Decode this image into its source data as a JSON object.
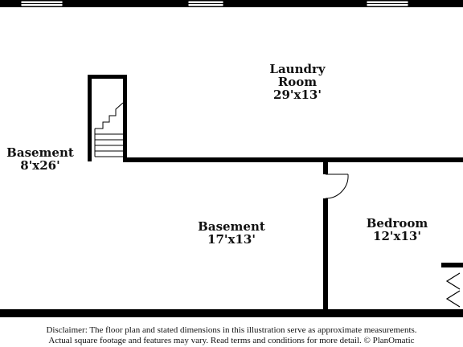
{
  "rooms": {
    "laundry": {
      "name_line1": "Laundry",
      "name_line2": "Room",
      "dims": "29'x13'"
    },
    "basement_left": {
      "name": "Basement",
      "dims": "8'x26'"
    },
    "basement_center": {
      "name": "Basement",
      "dims": "17'x13'"
    },
    "bedroom": {
      "name": "Bedroom",
      "dims": "12'x13'"
    }
  },
  "disclaimer": {
    "line1": "Disclaimer: The floor plan and stated dimensions in this illustration serve as approximate measurements.",
    "line2": "Actual square footage and features may vary. Read terms and conditions for more detail. © PlanOmatic"
  },
  "colors": {
    "wall": "#000000",
    "background": "#ffffff",
    "text": "#111111"
  }
}
